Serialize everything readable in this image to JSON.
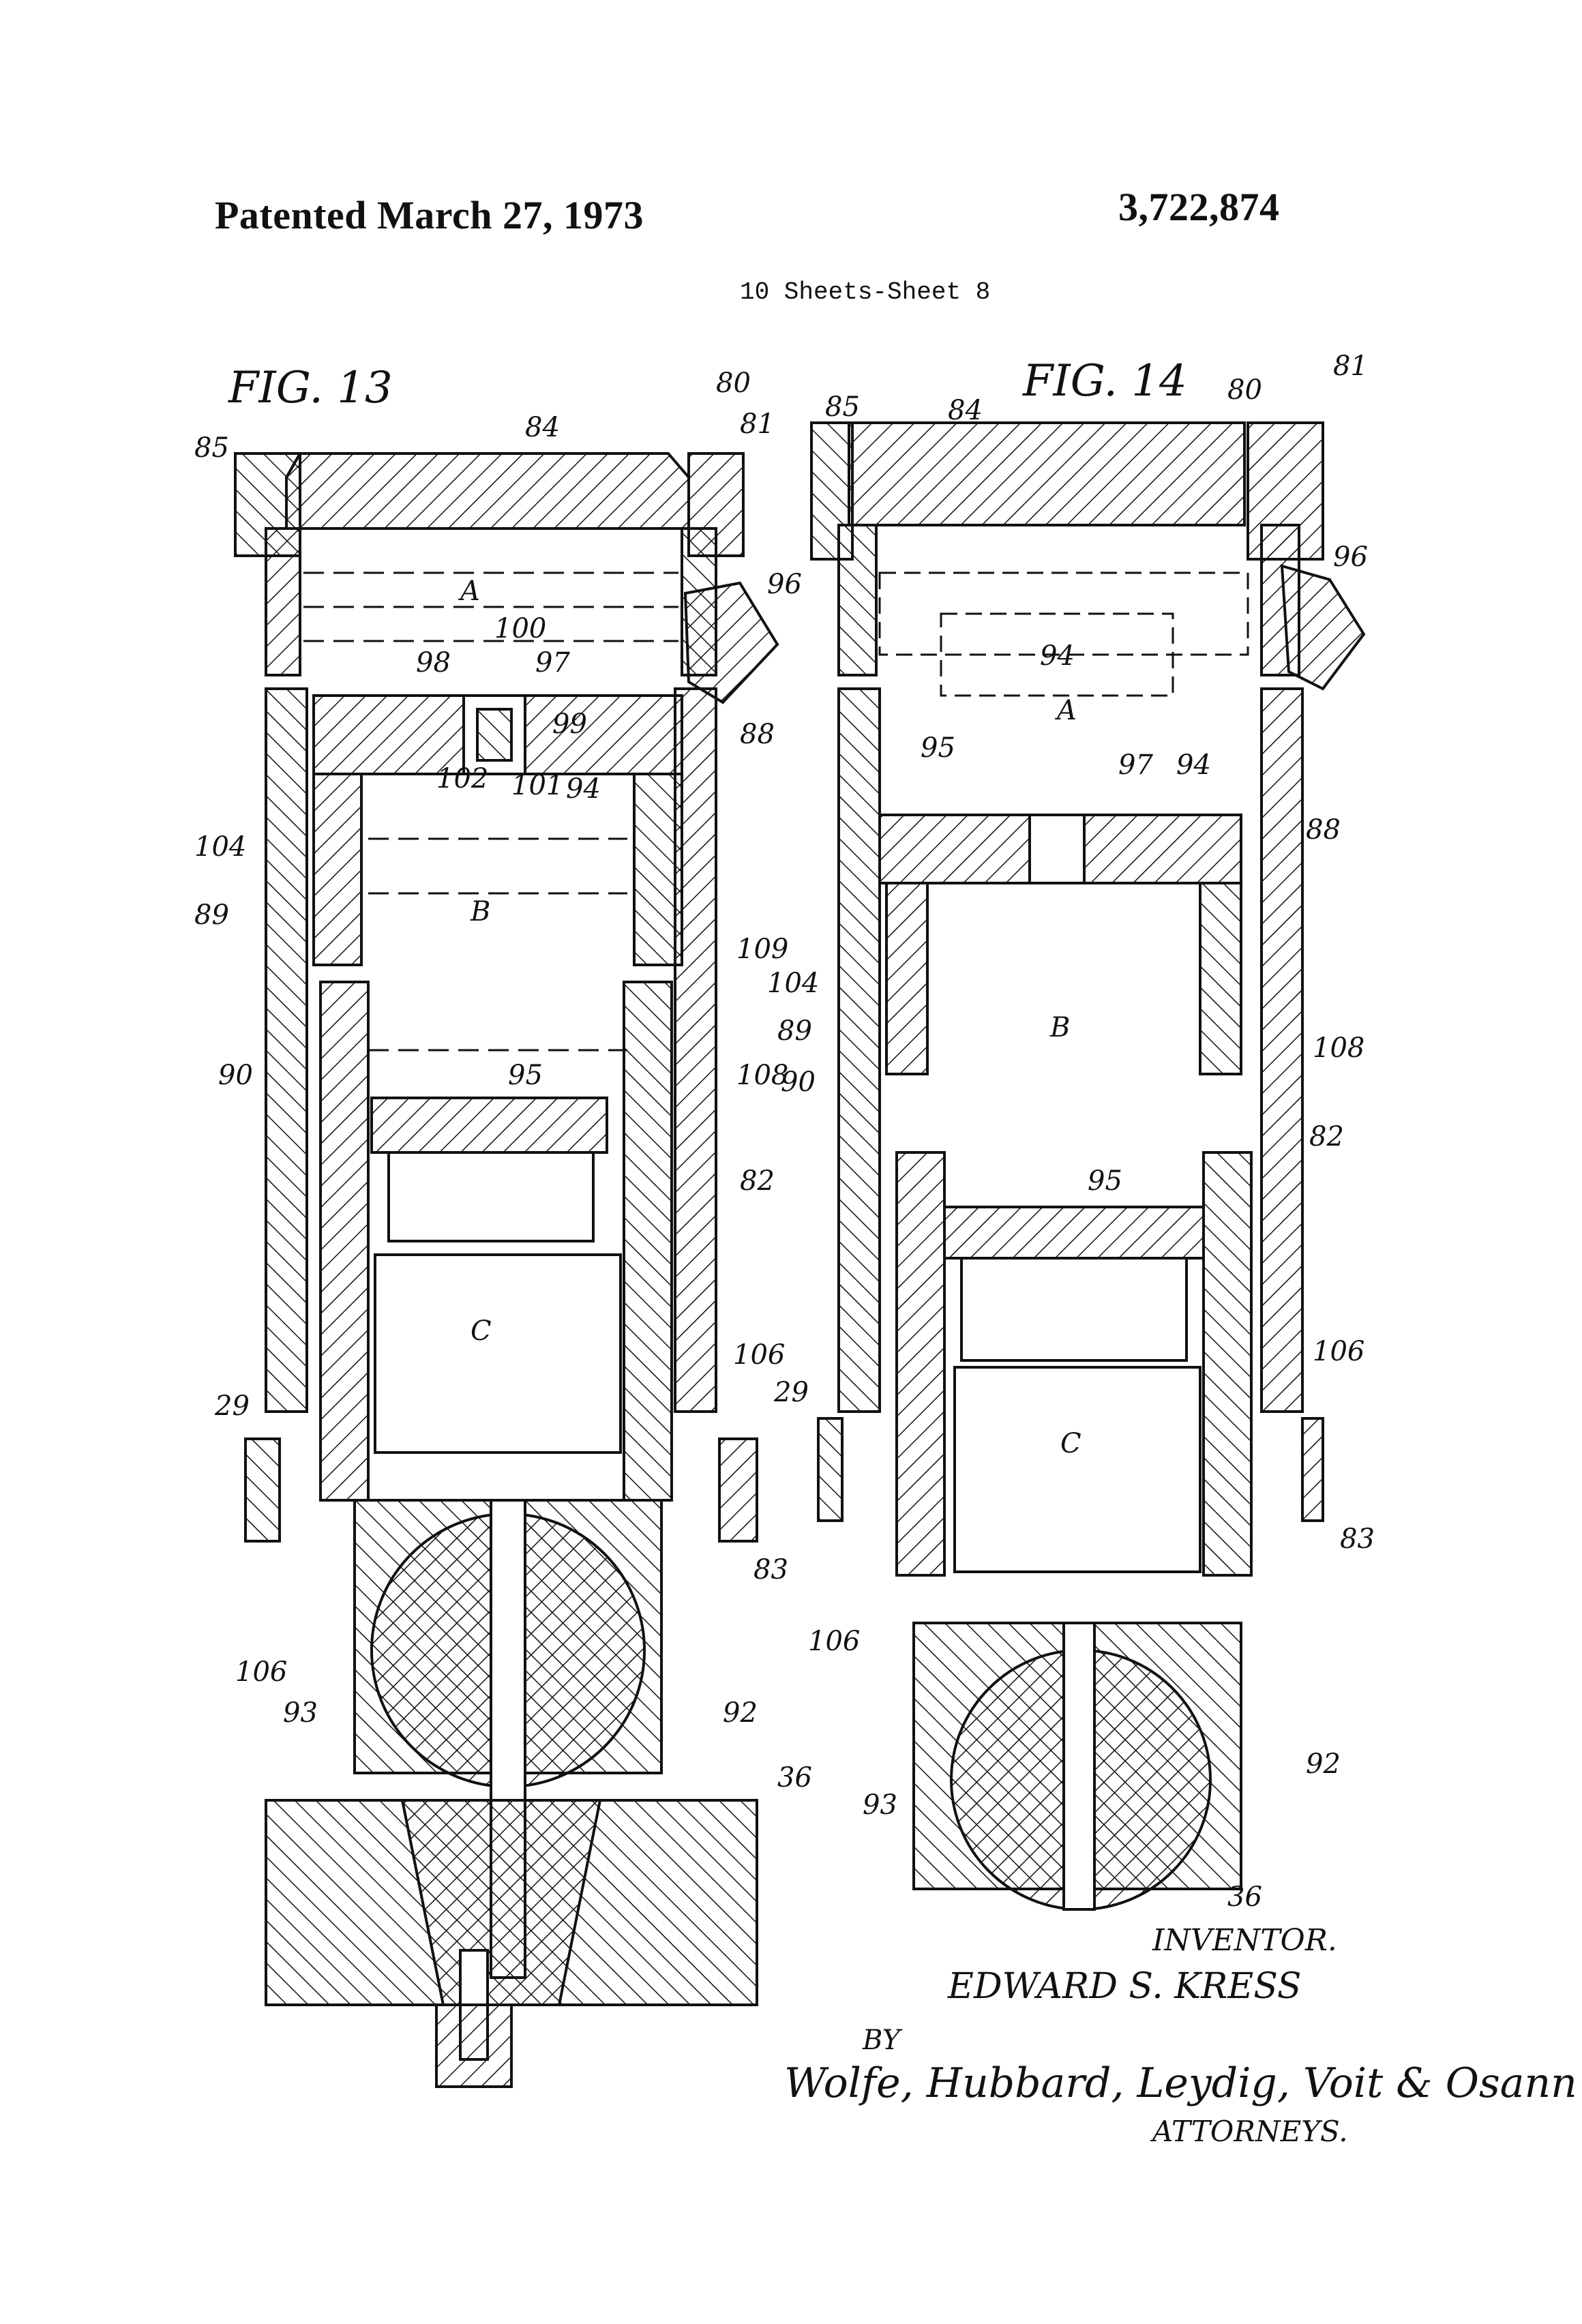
{
  "header": {
    "patented": "Patented  March 27, 1973",
    "patent_number": "3,722,874",
    "sheets": "10 Sheets-Sheet 8"
  },
  "figures": {
    "fig13": {
      "title": "FIG. 13",
      "labels": {
        "n80": "80",
        "n81": "81",
        "n84": "84",
        "n85": "85",
        "n96": "96",
        "nA": "A",
        "n100": "100",
        "n98": "98",
        "n97": "97",
        "n99": "99",
        "n88": "88",
        "n102": "102",
        "n101": "101",
        "n94": "94",
        "n104": "104",
        "n89": "89",
        "nB": "B",
        "n109": "109",
        "n90": "90",
        "n95": "95",
        "n108": "108",
        "n82": "82",
        "nC": "C",
        "n106a": "106",
        "n29": "29",
        "n83": "83",
        "n106b": "106",
        "n93": "93",
        "n92": "92",
        "n36": "36"
      }
    },
    "fig14": {
      "title": "FIG. 14",
      "labels": {
        "n85": "85",
        "n84": "84",
        "n80": "80",
        "n81": "81",
        "n96": "96",
        "n94a": "94",
        "nA": "A",
        "n95a": "95",
        "n97": "97",
        "n94b": "94",
        "n88": "88",
        "n104": "104",
        "n89": "89",
        "nB": "B",
        "n90": "90",
        "n108": "108",
        "n82": "82",
        "n95b": "95",
        "n106a": "106",
        "n29": "29",
        "nC": "C",
        "n83": "83",
        "n106b": "106",
        "n92": "92",
        "n93": "93",
        "n36": "36"
      }
    }
  },
  "signature": {
    "inventor_caption": "INVENTOR.",
    "inventor_name": "EDWARD S. KRESS",
    "by": "BY",
    "firm": "Wolfe, Hubbard, Leydig, Voit & Osann",
    "attorneys": "ATTORNEYS."
  },
  "colors": {
    "ink": "#111111",
    "paper": "#ffffff"
  }
}
